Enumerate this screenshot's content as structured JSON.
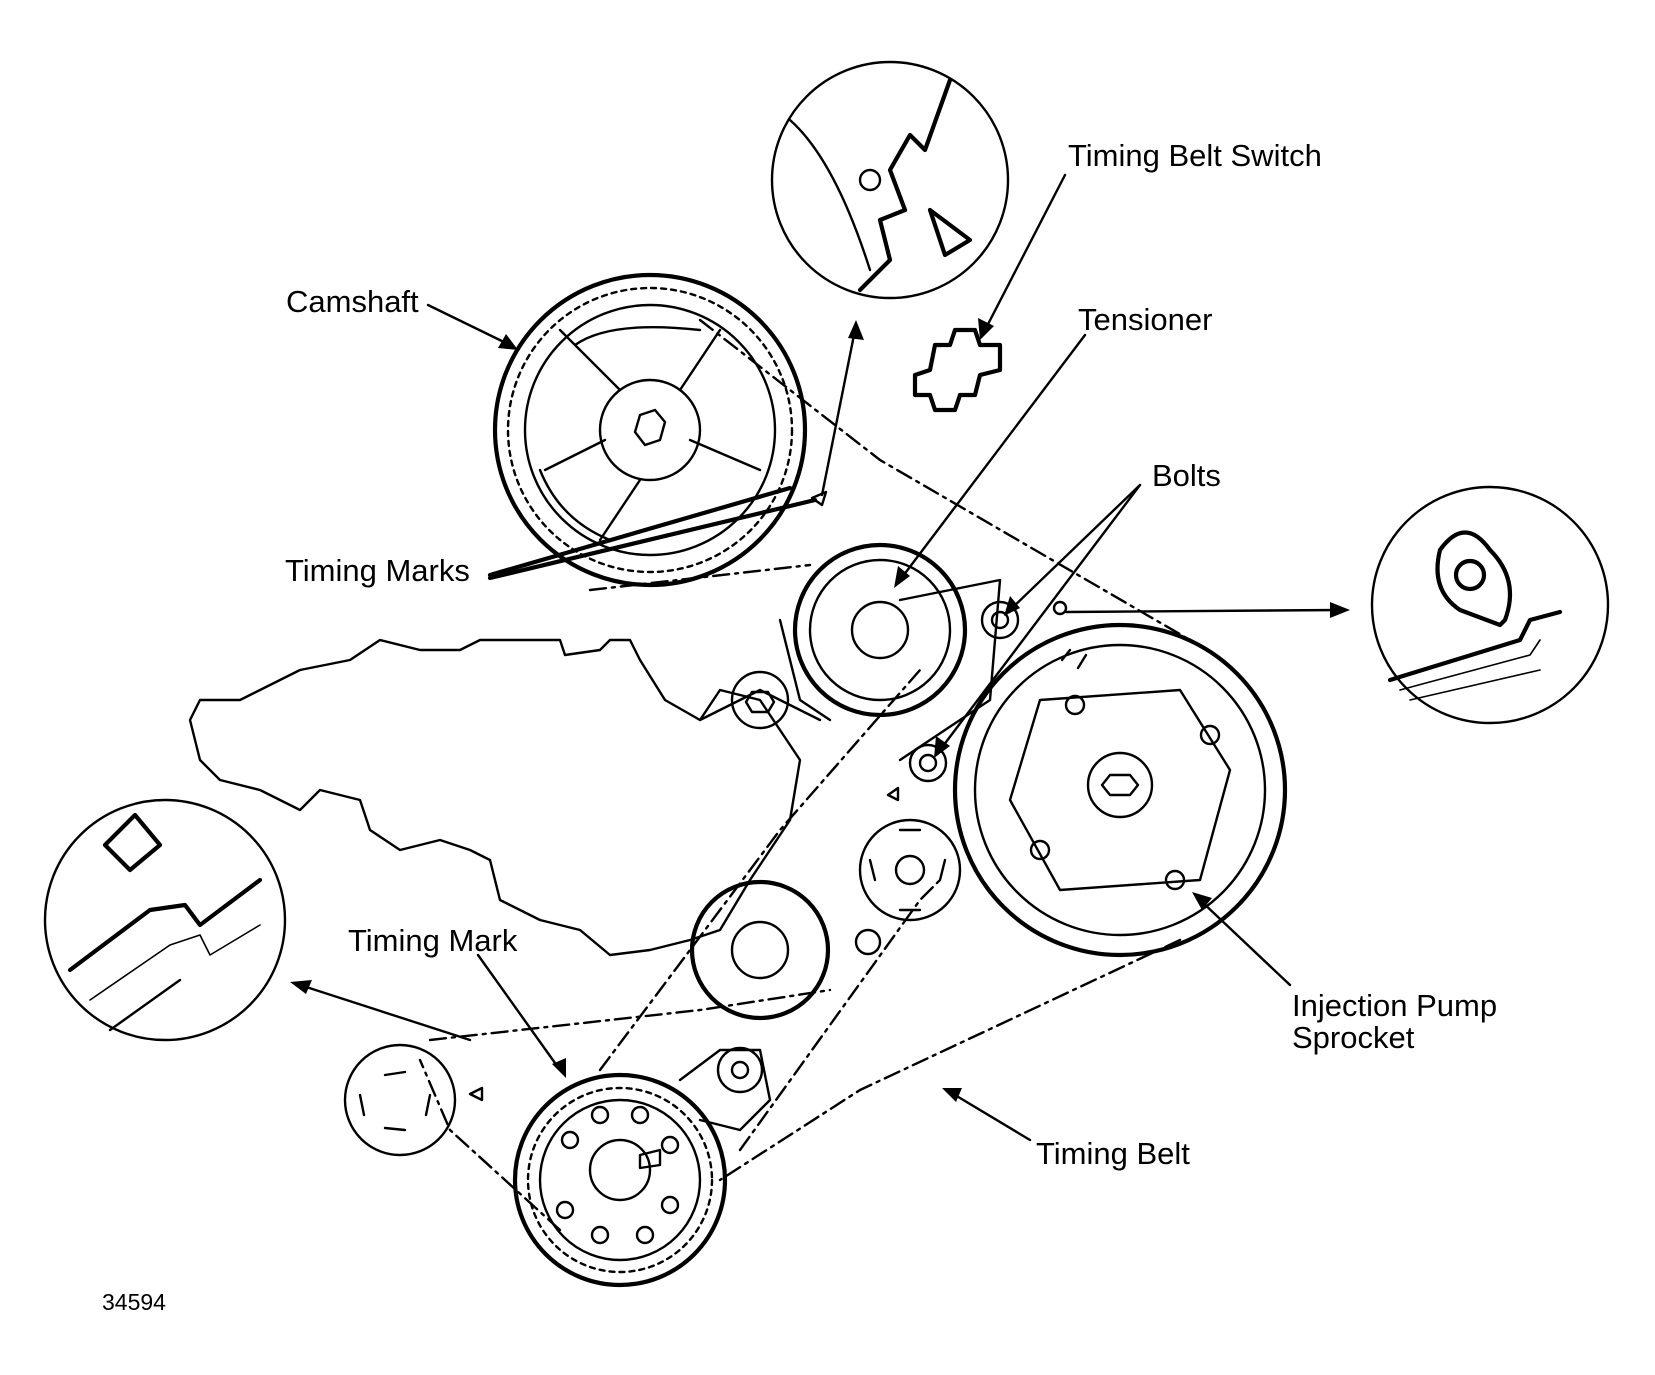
{
  "labels": {
    "timing_belt_switch": "Timing Belt Switch",
    "camshaft": "Camshaft",
    "tensioner": "Tensioner",
    "bolts": "Bolts",
    "timing_marks": "Timing Marks",
    "timing_mark": "Timing Mark",
    "injection_pump_line1": "Injection Pump",
    "injection_pump_line2": "Sprocket",
    "timing_belt": "Timing Belt",
    "figure_number": "34594"
  }
}
